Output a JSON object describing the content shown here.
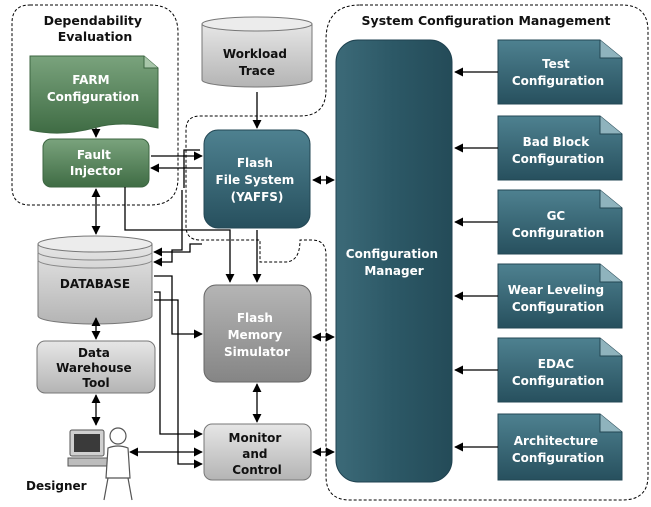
{
  "regions": {
    "dependability": [
      "Dependability",
      "Evaluation"
    ],
    "system_config": "System Configuration Management"
  },
  "nodes": {
    "farm_config": [
      "FARM",
      "Configuration"
    ],
    "fault_injector": [
      "Fault",
      "Injector"
    ],
    "workload_trace": [
      "Workload",
      "Trace"
    ],
    "flash_fs": [
      "Flash",
      "File System",
      "(YAFFS)"
    ],
    "database": "DATABASE",
    "data_warehouse": [
      "Data",
      "Warehouse",
      "Tool"
    ],
    "flash_sim": [
      "Flash",
      "Memory",
      "Simulator"
    ],
    "monitor": [
      "Monitor",
      "and",
      "Control"
    ],
    "config_manager": [
      "Configuration",
      "Manager"
    ],
    "designer": "Designer"
  },
  "config_docs": [
    [
      "Test",
      "Configuration"
    ],
    [
      "Bad Block",
      "Configuration"
    ],
    [
      "GC",
      "Configuration"
    ],
    [
      "Wear Leveling",
      "Configuration"
    ],
    [
      "EDAC",
      "Configuration"
    ],
    [
      "Architecture",
      "Configuration"
    ]
  ],
  "colors": {
    "teal_dark": "#2e5a68",
    "teal_mid": "#3d6f7d",
    "green": "#4e7d52",
    "green_light": "#6f9973",
    "gray_box": "#c9c9c9",
    "gray_dark": "#8f8f8f",
    "text_white": "#ffffff",
    "text_dark": "#111111"
  }
}
